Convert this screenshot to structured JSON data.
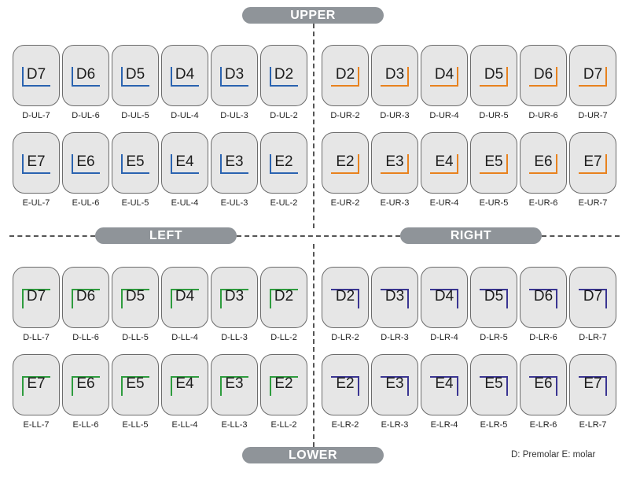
{
  "headers": {
    "upper": "UPPER",
    "lower": "LOWER",
    "left": "LEFT",
    "right": "RIGHT"
  },
  "legend": "D: Premolar  E: molar",
  "colors": {
    "upper_left": "#2a63b0",
    "upper_right": "#e8821e",
    "lower_left": "#2e9c3e",
    "lower_right": "#3a3592",
    "tile_fill": "#e6e6e6",
    "pill": "#8f9499"
  },
  "quadrants": [
    {
      "id": "ul",
      "rows": [
        {
          "tiles": [
            {
              "code": "D7",
              "label": "D-UL-7"
            },
            {
              "code": "D6",
              "label": "D-UL-6"
            },
            {
              "code": "D5",
              "label": "D-UL-5"
            },
            {
              "code": "D4",
              "label": "D-UL-4"
            },
            {
              "code": "D3",
              "label": "D-UL-3"
            },
            {
              "code": "D2",
              "label": "D-UL-2"
            }
          ]
        },
        {
          "tiles": [
            {
              "code": "E7",
              "label": "E-UL-7"
            },
            {
              "code": "E6",
              "label": "E-UL-6"
            },
            {
              "code": "E5",
              "label": "E-UL-5"
            },
            {
              "code": "E4",
              "label": "E-UL-4"
            },
            {
              "code": "E3",
              "label": "E-UL-3"
            },
            {
              "code": "E2",
              "label": "E-UL-2"
            }
          ]
        }
      ]
    },
    {
      "id": "ur",
      "rows": [
        {
          "tiles": [
            {
              "code": "D2",
              "label": "D-UR-2"
            },
            {
              "code": "D3",
              "label": "D-UR-3"
            },
            {
              "code": "D4",
              "label": "D-UR-4"
            },
            {
              "code": "D5",
              "label": "D-UR-5"
            },
            {
              "code": "D6",
              "label": "D-UR-6"
            },
            {
              "code": "D7",
              "label": "D-UR-7"
            }
          ]
        },
        {
          "tiles": [
            {
              "code": "E2",
              "label": "E-UR-2"
            },
            {
              "code": "E3",
              "label": "E-UR-3"
            },
            {
              "code": "E4",
              "label": "E-UR-4"
            },
            {
              "code": "E5",
              "label": "E-UR-5"
            },
            {
              "code": "E6",
              "label": "E-UR-6"
            },
            {
              "code": "E7",
              "label": "E-UR-7"
            }
          ]
        }
      ]
    },
    {
      "id": "ll",
      "rows": [
        {
          "tiles": [
            {
              "code": "D7",
              "label": "D-LL-7"
            },
            {
              "code": "D6",
              "label": "D-LL-6"
            },
            {
              "code": "D5",
              "label": "D-LL-5"
            },
            {
              "code": "D4",
              "label": "D-LL-4"
            },
            {
              "code": "D3",
              "label": "D-LL-3"
            },
            {
              "code": "D2",
              "label": "D-LL-2"
            }
          ]
        },
        {
          "tiles": [
            {
              "code": "E7",
              "label": "E-LL-7"
            },
            {
              "code": "E6",
              "label": "E-LL-6"
            },
            {
              "code": "E5",
              "label": "E-LL-5"
            },
            {
              "code": "E4",
              "label": "E-LL-4"
            },
            {
              "code": "E3",
              "label": "E-LL-3"
            },
            {
              "code": "E2",
              "label": "E-LL-2"
            }
          ]
        }
      ]
    },
    {
      "id": "lr",
      "rows": [
        {
          "tiles": [
            {
              "code": "D2",
              "label": "D-LR-2"
            },
            {
              "code": "D3",
              "label": "D-LR-3"
            },
            {
              "code": "D4",
              "label": "D-LR-4"
            },
            {
              "code": "D5",
              "label": "D-LR-5"
            },
            {
              "code": "D6",
              "label": "D-LR-6"
            },
            {
              "code": "D7",
              "label": "D-LR-7"
            }
          ]
        },
        {
          "tiles": [
            {
              "code": "E2",
              "label": "E-LR-2"
            },
            {
              "code": "E3",
              "label": "E-LR-3"
            },
            {
              "code": "E4",
              "label": "E-LR-4"
            },
            {
              "code": "E5",
              "label": "E-LR-5"
            },
            {
              "code": "E6",
              "label": "E-LR-6"
            },
            {
              "code": "E7",
              "label": "E-LR-7"
            }
          ]
        }
      ]
    }
  ]
}
